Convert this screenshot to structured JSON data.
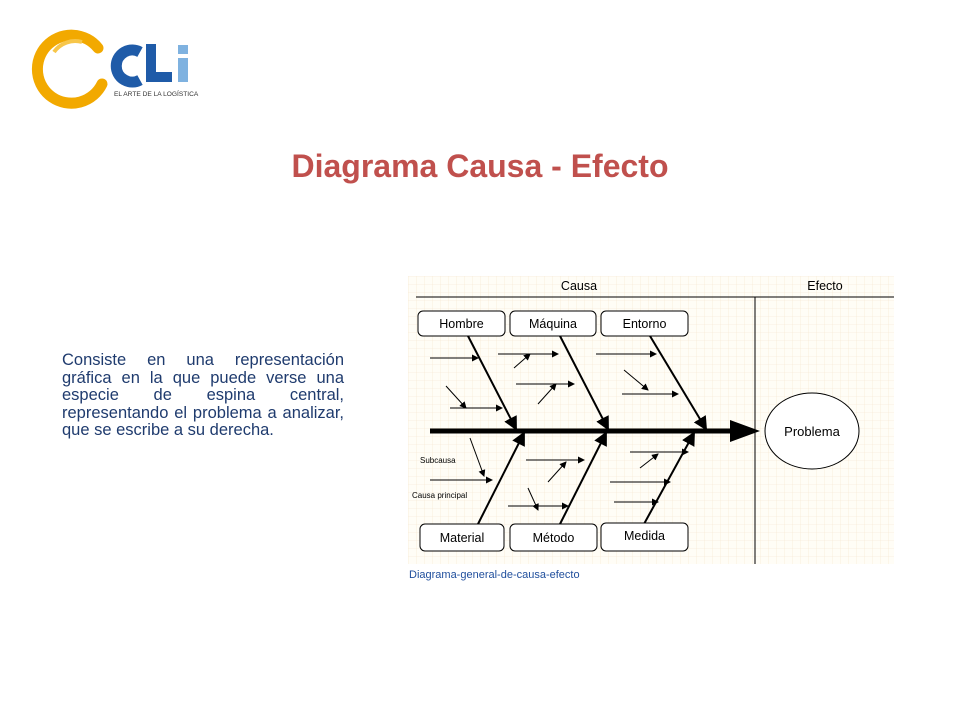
{
  "logo": {
    "brand": "CLi",
    "tagline": "EL ARTE DE LA LOGÍSTICA",
    "colors": {
      "ring": "#f2a900",
      "blue": "#1f5ba8",
      "light_blue": "#7fb2e0"
    }
  },
  "slide": {
    "title": "Diagrama Causa - Efecto",
    "description": "Consiste en una representación gráfica en la que puede verse una especie de espina central, representando el problema a analizar, que se escribe a su derecha."
  },
  "diagram": {
    "header_cause": "Causa",
    "header_effect": "Efecto",
    "causes_top": [
      "Hombre",
      "Máquina",
      "Entorno"
    ],
    "causes_bottom": [
      "Material",
      "Método",
      "Medida"
    ],
    "effect": "Problema",
    "label_subcause": "Subcausa",
    "label_main_cause": "Causa principal",
    "caption": "Diagrama-general-de-causa-efecto"
  },
  "colors": {
    "title": "#c0504d",
    "text": "#1f3b6e",
    "caption": "#1f4e9c"
  }
}
